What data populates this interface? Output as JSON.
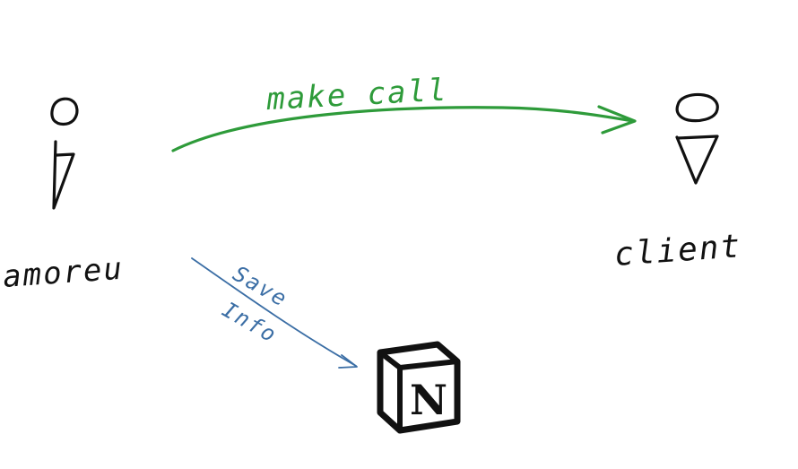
{
  "actors": {
    "left": {
      "label": "amoreu",
      "icon": "stick-person-icon"
    },
    "right": {
      "label": "client",
      "icon": "stick-person-icon"
    }
  },
  "arrows": {
    "call": {
      "label": "make call",
      "color": "#2e9b3a"
    },
    "save": {
      "label_line1": "Save",
      "label_line2": "Info",
      "color": "#3b6ea5"
    }
  },
  "target": {
    "logo_letter": "N",
    "icon": "notion-logo-icon"
  },
  "colors": {
    "ink": "#111111",
    "background": "#ffffff"
  }
}
